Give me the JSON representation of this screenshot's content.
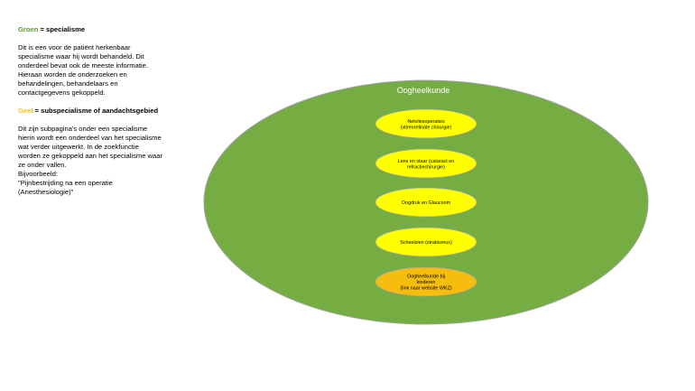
{
  "legend": {
    "green": {
      "word": "Groen",
      "rest": " = specialisme",
      "description": "Dit is een voor de patiënt herkenbaar specialisme waar hij wordt behandeld. Dit onderdeel bevat ook de meeste informatie. Hieraan worden de onderzoeken en behandelingen, behandelaars en contactgegevens gekoppeld."
    },
    "yellow": {
      "word": "Geel",
      "rest": " = subspecialisme of aandachtsgebied",
      "description": "Dit zijn subpagina's onder een specialisme hierin wordt een onderdeel van het specialisme wat verder uitgewerkt.  In de zoekfunctie worden ze gekoppeld aan het specialisme waar ze onder vallen.",
      "example_label": "Bijvoorbeeld:",
      "example": "\"Pijnbestrijding na een operatie (Anesthesiologie)\""
    }
  },
  "colors": {
    "green": "#76ad42",
    "yellow": "#ffff00",
    "orange": "#f7bd0d",
    "outline": "#9aa59a"
  },
  "diagram": {
    "title": "Oogheelkunde",
    "items": [
      {
        "lines": [
          "Netvliesoperaties",
          "(vitreoretinale chirurgie)"
        ],
        "color": "yellow"
      },
      {
        "lines": [
          "Lens en staar (cataract en",
          "refractiechirurgie)"
        ],
        "color": "yellow"
      },
      {
        "lines": [
          "Oogdruk en Glaucoom"
        ],
        "color": "yellow"
      },
      {
        "lines": [
          "Scheelzien (strabismus)"
        ],
        "color": "yellow"
      },
      {
        "lines": [
          "Oogheelkunde bij",
          "kinderen",
          "(link naar website WKZ)"
        ],
        "color": "orange"
      }
    ]
  }
}
